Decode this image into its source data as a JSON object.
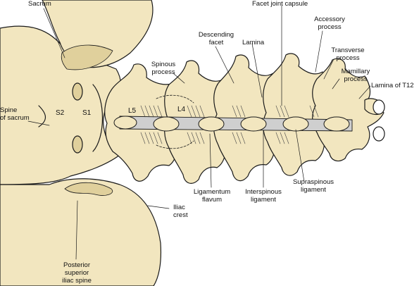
{
  "colors": {
    "bone": "#f2e6bf",
    "bone_shadow": "#e0d09c",
    "outline": "#1a1a1a",
    "ligament": "#8c8c8c",
    "background": "#ffffff"
  },
  "labels": {
    "sacrum": "Sacrum",
    "facet_joint_capsule": "Facet joint capsule",
    "accessory_process": "Accessory\nprocess",
    "descending_facet": "Descending\nfacet",
    "lamina": "Lamina",
    "transverse_process": "Transverse\nprocess",
    "spinous_process": "Spinous\nprocess",
    "mamillary_process": "Mamillary\nprocess",
    "lamina_of_t12": "Lamina of T12",
    "spine_of_sacrum": "Spine\nof sacrum",
    "ligamentum_flavum": "Ligamentum\nflavum",
    "interspinous_ligament": "Interspinous\nligament",
    "supraspinous_ligament": "Supraspinous\nligament",
    "iliac_crest": "Iliac\ncrest",
    "posterior_superior_iliac_spine": "Posterior\nsuperior\niliac spine"
  },
  "segments": {
    "s2": "S2",
    "s1": "S1",
    "l5": "L5",
    "l4": "L4"
  }
}
